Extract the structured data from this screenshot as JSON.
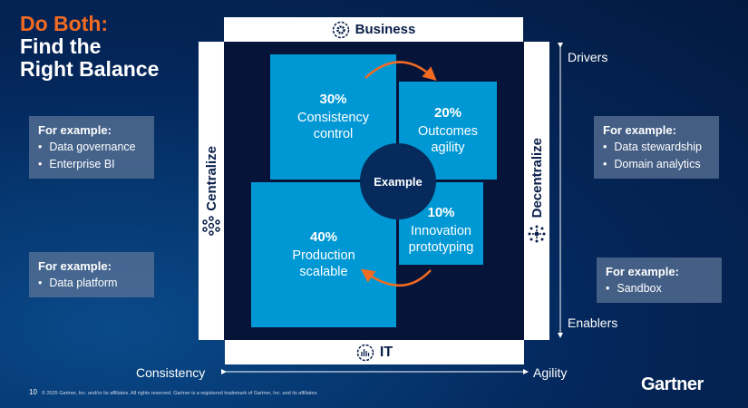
{
  "title": {
    "line1": "Do Both:",
    "line2": "Find the",
    "line3": "Right Balance"
  },
  "examples": {
    "left_top": {
      "heading": "For example:",
      "items": [
        "Data governance",
        "Enterprise BI"
      ]
    },
    "left_bottom": {
      "heading": "For example:",
      "items": [
        "Data platform"
      ]
    },
    "right_top": {
      "heading": "For example:",
      "items": [
        "Data stewardship",
        "Domain analytics"
      ]
    },
    "right_bottom": {
      "heading": "For example:",
      "items": [
        "Sandbox"
      ]
    }
  },
  "axes": {
    "top": "Business",
    "bottom": "IT",
    "left": "Centralize",
    "right": "Decentralize",
    "drivers": "Drivers",
    "enablers": "Enablers",
    "consistency": "Consistency",
    "agility": "Agility"
  },
  "quadrants": [
    {
      "pct": "30%",
      "label1": "Consistency",
      "label2": "control"
    },
    {
      "pct": "20%",
      "label1": "Outcomes",
      "label2": "agility"
    },
    {
      "pct": "40%",
      "label1": "Production",
      "label2": "scalable"
    },
    {
      "pct": "10%",
      "label1": "Innovation",
      "label2": "prototyping"
    }
  ],
  "center": "Example",
  "footer": {
    "page": "10",
    "copyright": "© 2025 Gartner, Inc. and/or its affiliates. All rights reserved. Gartner is a registered trademark of Gartner, Inc. and its affiliates."
  },
  "logo": "Gartner",
  "colors": {
    "accent": "#f26b21",
    "box": "#0098d4",
    "dark": "#07143a"
  }
}
